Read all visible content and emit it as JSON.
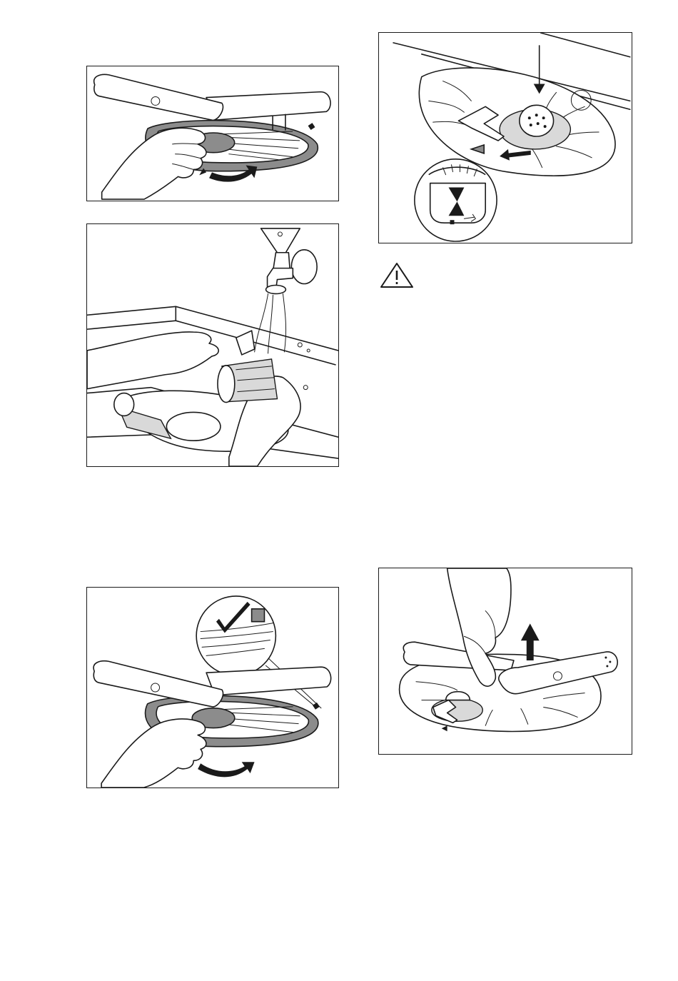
{
  "figures": [
    {
      "id": "fig1",
      "icon": "hand-turning-filter-counterclockwise"
    },
    {
      "id": "fig2",
      "icon": "rinsing-filter-under-tap"
    },
    {
      "id": "fig3",
      "icon": "hand-turning-filter-clockwise-with-check-detail"
    },
    {
      "id": "fig4",
      "icon": "filter-locked-with-arrow-detail"
    },
    {
      "id": "fig5",
      "icon": "lifting-spray-arm"
    }
  ],
  "warning": {
    "icon": "warning-triangle-icon"
  }
}
